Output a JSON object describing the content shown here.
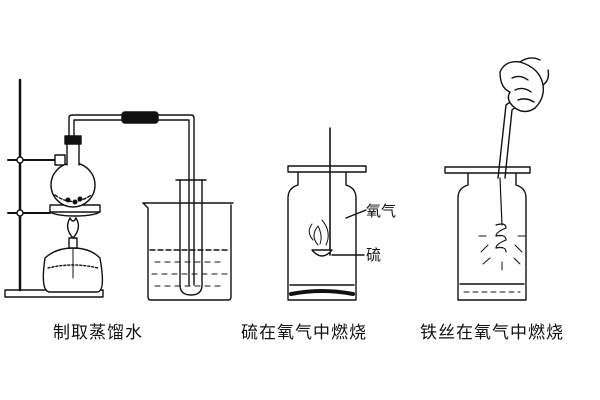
{
  "captions": {
    "distillation": "制取蒸馏水",
    "sulfur_burning": "硫在氧气中燃烧",
    "iron_wire_burning": "铁丝在氧气中燃烧"
  },
  "labels": {
    "oxygen": "氧气",
    "sulfur": "硫"
  },
  "colors": {
    "line": "#111111",
    "liquid_dash": "#333333"
  }
}
